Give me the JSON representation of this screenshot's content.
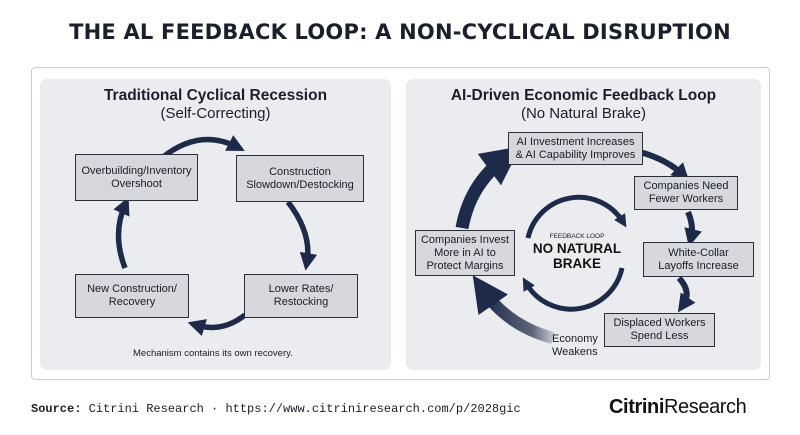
{
  "title": "THE AL FEEDBACK LOOP: A NON-CYCLICAL DISRUPTION",
  "left_panel": {
    "title": "Traditional Cyclical Recession",
    "subtitle": "(Self-Correcting)",
    "nodes": [
      "Overbuilding/Inventory\nOvershoot",
      "Construction\nSlowdown/Destocking",
      "Lower Rates/\nRestocking",
      "New Construction/\nRecovery"
    ],
    "caption": "Mechanism contains its own recovery."
  },
  "right_panel": {
    "title": "AI-Driven Economic Feedback Loop",
    "subtitle": "(No Natural Brake)",
    "nodes": [
      "AI Investment Increases\n& AI Capability Improves",
      "Companies Need\nFewer Workers",
      "White-Collar\nLayoffs Increase",
      "Displaced Workers\nSpend Less",
      "Companies Invest\nMore in AI to\nProtect Margins"
    ],
    "center_label_small": "FEEDBACK LOOP",
    "center_label_big": "NO NATURAL\nBRAKE",
    "economy_label": "Economy\nWeakens"
  },
  "footer": {
    "source_label": "Source:",
    "source_text": " Citrini Research · https://www.citriniresearch.com/p/2028gic",
    "brand_part1": "Citrini",
    "brand_part2": "Research"
  },
  "colors": {
    "arrow": "#1e2a4a",
    "panel_bg": "#ebecef",
    "box_bg": "#d6d8de",
    "box_border": "#2a2e3a"
  }
}
